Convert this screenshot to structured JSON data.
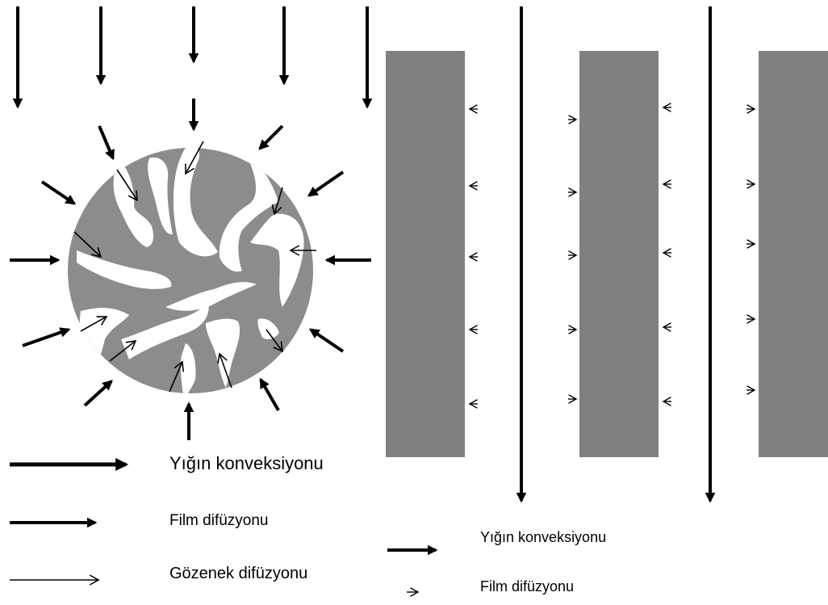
{
  "colors": {
    "particle": "#8c8c8c",
    "plate": "#808080",
    "pore": "#ffffff",
    "arrow": "#000000",
    "background": "#ffffff"
  },
  "left_panel": {
    "legend": {
      "bulk_convection": "Yığın konveksiyonu",
      "film_diffusion": "Film difüzyonu",
      "pore_diffusion": "Gözenek difüzyonu"
    }
  },
  "right_panel": {
    "legend": {
      "bulk_convection": "Yığın konveksiyonu",
      "film_diffusion": "Film difüzyonu"
    }
  }
}
